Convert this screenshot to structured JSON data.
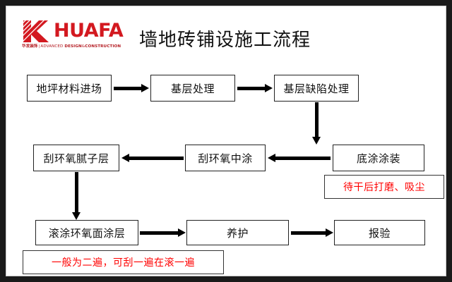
{
  "slide": {
    "background_color": "#ffffff",
    "frame_color": "#1a1a1a"
  },
  "header": {
    "logo": {
      "icon_name": "huafa-k-logo",
      "wordmark": "HUAFA",
      "brand_color": "#d31920",
      "tagline_cn": "华发装饰",
      "tagline_separator": "|",
      "tagline_en_1": "ADVANCED",
      "tagline_en_2": "DESIGN",
      "tagline_en_amp": "&",
      "tagline_en_3": "CONSTRUCTION"
    },
    "title": "墙地砖铺设施工流程"
  },
  "flow": {
    "note_color": "#ff0000",
    "nodes": [
      {
        "id": "n1",
        "label": "地坪材料进场"
      },
      {
        "id": "n2",
        "label": "基层处理"
      },
      {
        "id": "n3",
        "label": "基层缺陷处理"
      },
      {
        "id": "n4",
        "label": "刮环氧腻子层"
      },
      {
        "id": "n5",
        "label": "刮环氧中涂"
      },
      {
        "id": "n6",
        "label": "底涂涂装"
      },
      {
        "id": "n7",
        "label": "滚涂环氧面涂层"
      },
      {
        "id": "n8",
        "label": "养护"
      },
      {
        "id": "n9",
        "label": "报验"
      }
    ],
    "notes": [
      {
        "id": "note1",
        "label": "待干后打磨、吸尘"
      },
      {
        "id": "note2",
        "label": "一般为二遍，可刮一遍在滚一遍"
      }
    ],
    "connections": [
      {
        "from": "地坪材料进场",
        "to": "基层处理",
        "direction": "right"
      },
      {
        "from": "基层处理",
        "to": "基层缺陷处理",
        "direction": "right"
      },
      {
        "from": "基层缺陷处理",
        "to": "底涂涂装",
        "direction": "down"
      },
      {
        "from": "底涂涂装",
        "to": "刮环氧中涂",
        "direction": "left"
      },
      {
        "from": "刮环氧中涂",
        "to": "刮环氧腻子层",
        "direction": "left"
      },
      {
        "from": "刮环氧腻子层",
        "to": "滚涂环氧面涂层",
        "direction": "down"
      },
      {
        "from": "滚涂环氧面涂层",
        "to": "养护",
        "direction": "right"
      },
      {
        "from": "养护",
        "to": "报验",
        "direction": "right"
      }
    ]
  }
}
